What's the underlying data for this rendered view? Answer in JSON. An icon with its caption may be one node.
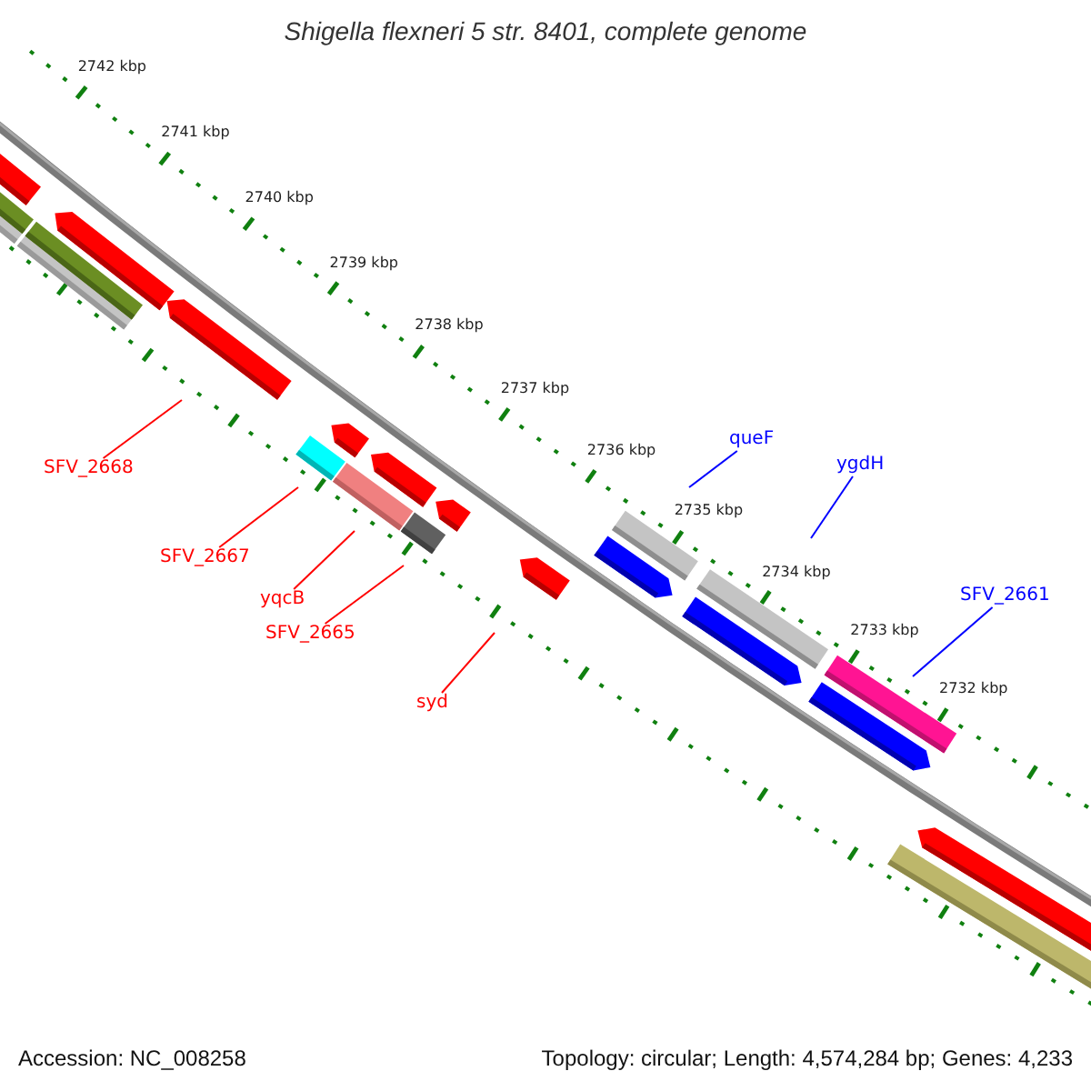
{
  "diagram": {
    "title": "Shigella flexneri 5 str. 8401, complete genome",
    "nodes": [
      {
        "text": [
          "queF"
        ]
      },
      {
        "text": [
          "ygdH"
        ]
      },
      {
        "text": [
          "SFV_2668"
        ]
      },
      {
        "text": [
          "SFV_2667"
        ]
      },
      {
        "text": [
          "SFV_2661"
        ]
      },
      {
        "text": [
          "yqcB"
        ]
      },
      {
        "text": [
          "SFV_2665"
        ]
      },
      {
        "text": [
          "syd"
        ]
      }
    ],
    "edges": [
      {
        "from": 0,
        "to": null,
        "arrow": "none",
        "color": "#0000ff"
      },
      {
        "from": 1,
        "to": null,
        "arrow": "none",
        "color": "#0000ff"
      },
      {
        "from": 2,
        "to": null,
        "arrow": "none"
      },
      {
        "from": 3,
        "to": null,
        "arrow": "none"
      },
      {
        "from": 4,
        "to": null,
        "arrow": "none",
        "color": "#0000ff"
      },
      {
        "from": 5,
        "to": null,
        "arrow": "none"
      },
      {
        "from": 6,
        "to": null,
        "arrow": "none"
      },
      {
        "from": 7,
        "to": null,
        "arrow": "none"
      }
    ],
    "labels": [
      "2742 kbp",
      "2741 kbp",
      "2740 kbp",
      "2739 kbp",
      "2738 kbp",
      "2737 kbp",
      "2736 kbp",
      "2735 kbp",
      "2734 kbp",
      "2733 kbp",
      "2732 kbp",
      "Accession: NC_008258",
      "Topology: circular; Length: 4,574,284 bp; Genes: 4,233"
    ]
  }
}
